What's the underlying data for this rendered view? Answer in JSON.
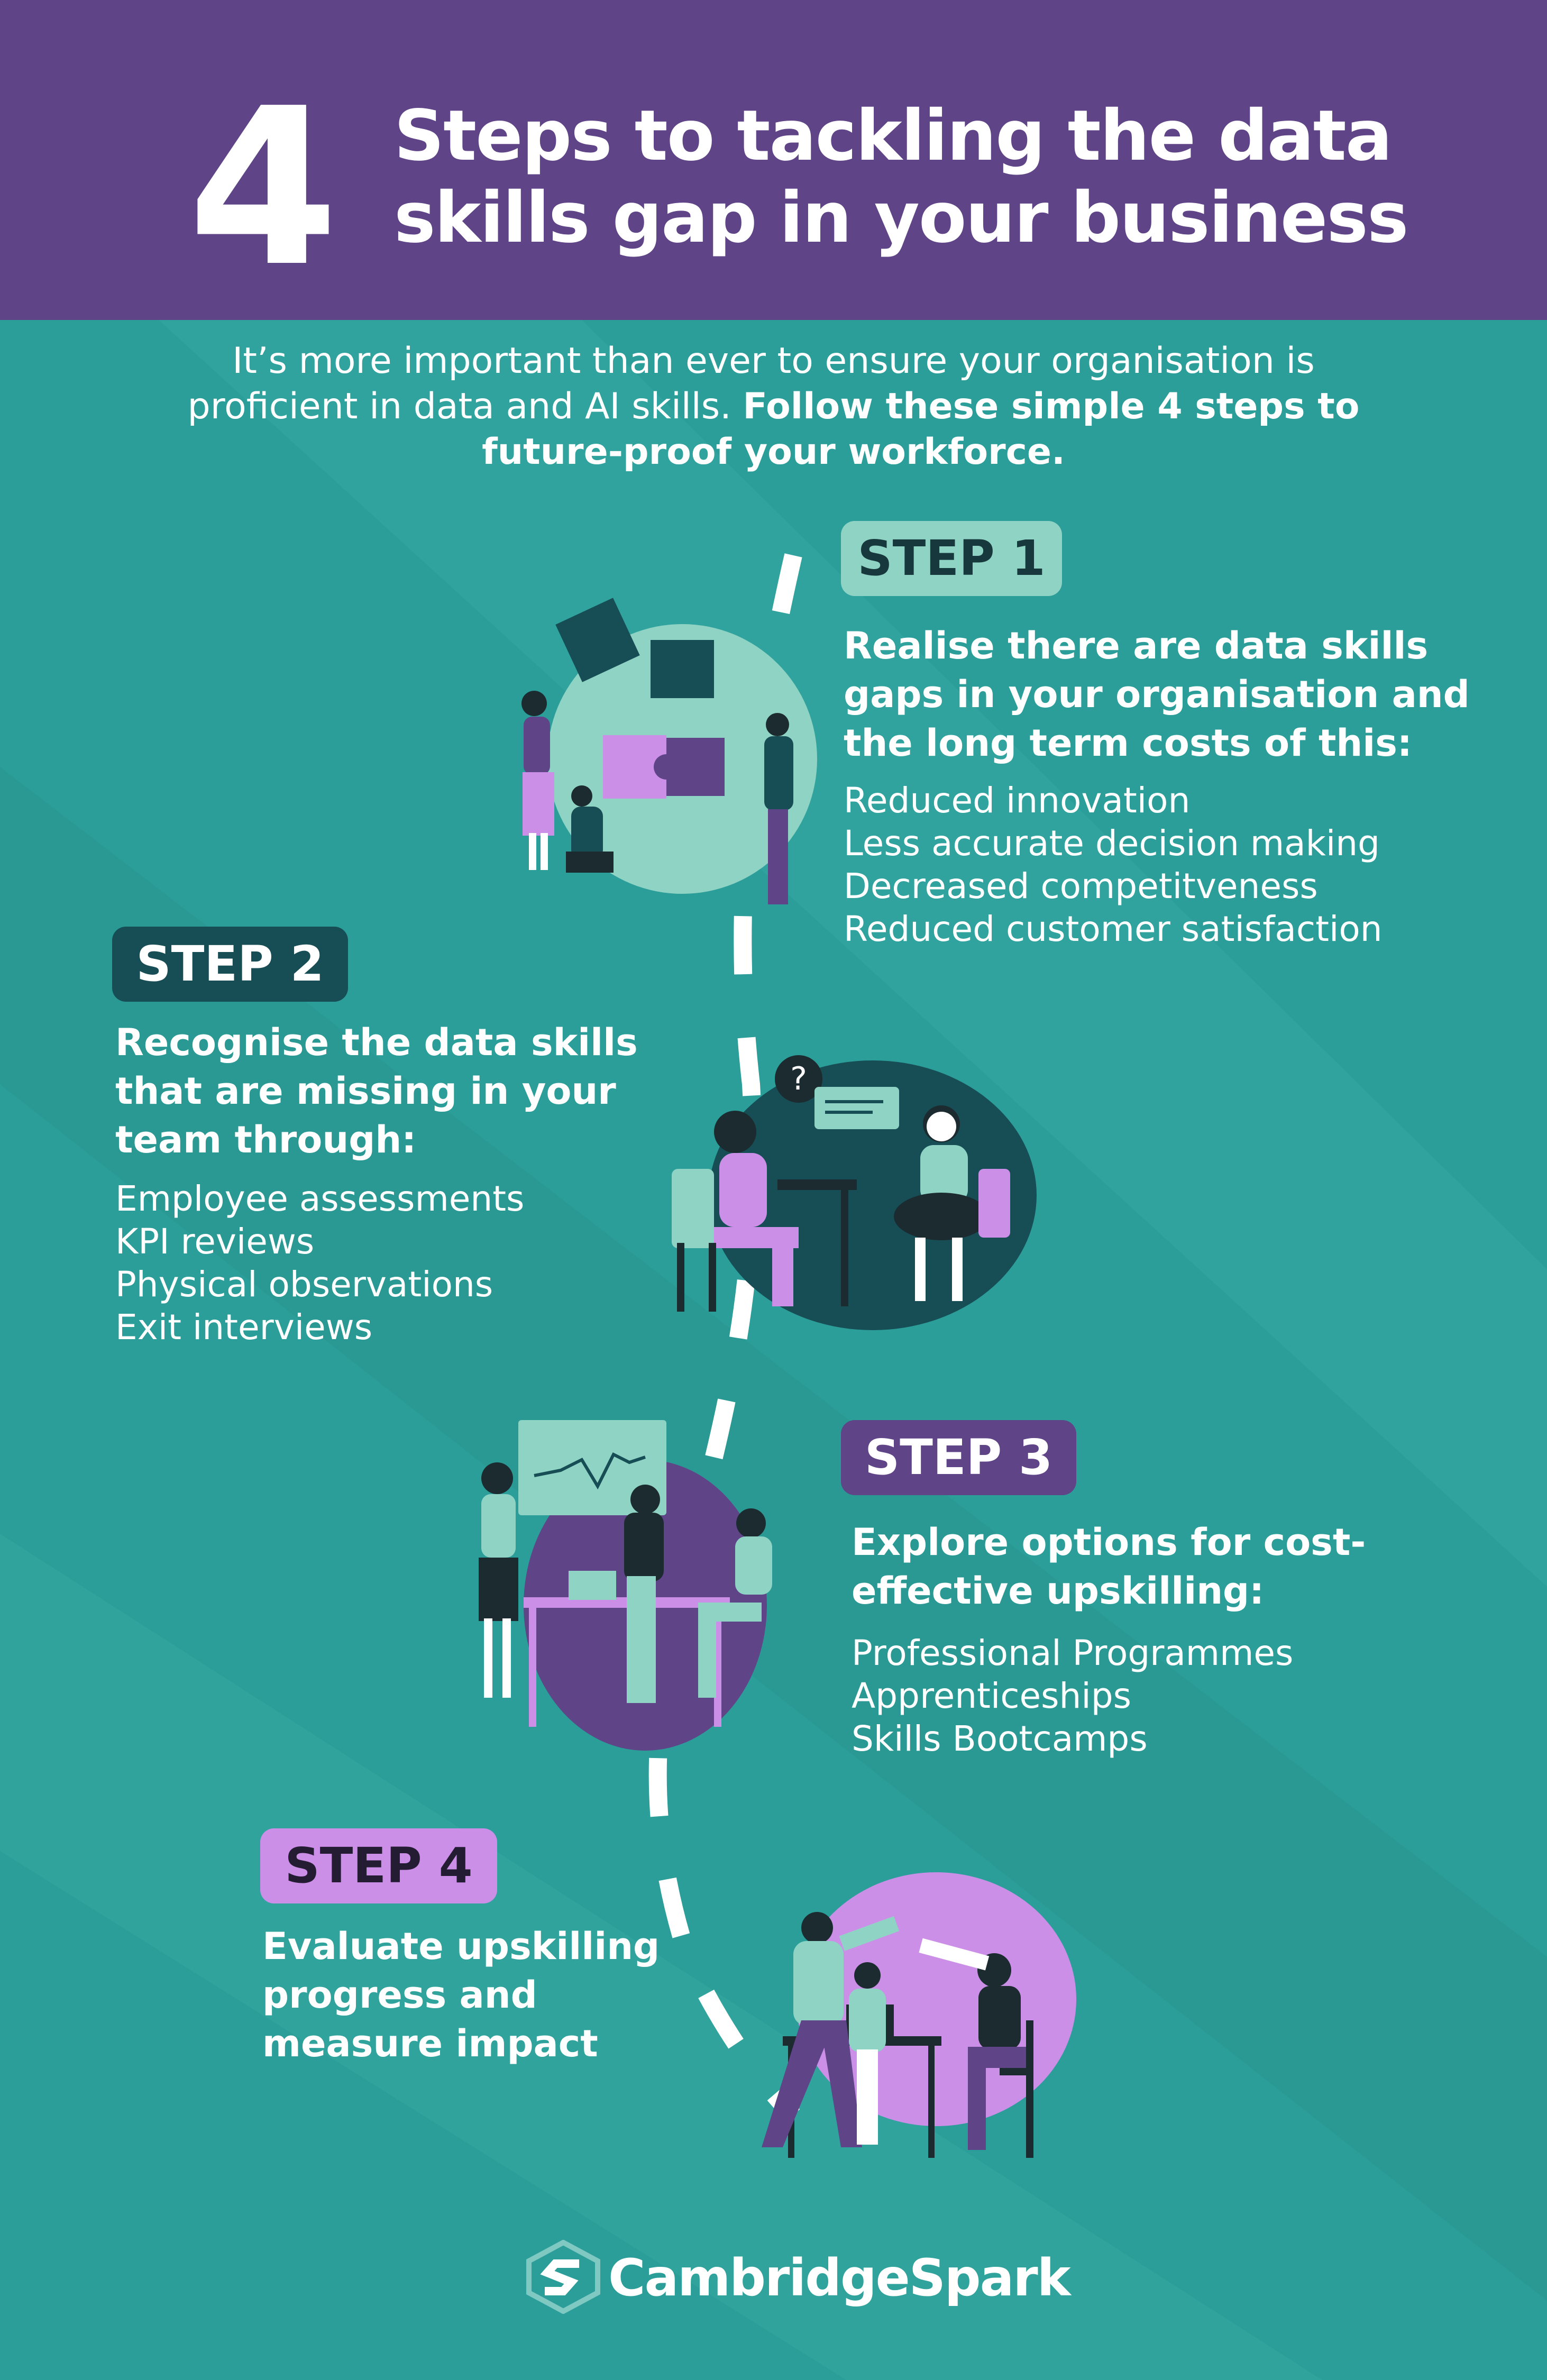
{
  "header": {
    "number": "4",
    "title_lines": [
      "Steps to tackling the data",
      "skills gap in your business"
    ]
  },
  "intro": {
    "lines": [
      "It’s more important than ever to ensure your organisation is",
      "proficient in data and AI skills."
    ],
    "bold_lines": [
      "Follow these simple 4 steps to",
      "future-proof your workforce."
    ]
  },
  "steps": [
    {
      "badge": "STEP 1",
      "heading_lines": [
        "Realise there are data skills",
        "gaps in your organisation and",
        "the long term costs of this:"
      ],
      "items": [
        "Reduced innovation",
        "Less accurate decision making",
        "Decreased competitveness",
        "Reduced customer satisfaction"
      ],
      "illustration": "team-assembling-puzzle-illustration"
    },
    {
      "badge": "STEP 2",
      "heading_lines": [
        "Recognise the data skills",
        "that are missing in your",
        "team through:"
      ],
      "items": [
        "Employee assessments",
        "KPI reviews",
        "Physical observations",
        "Exit interviews"
      ],
      "illustration": "two-people-talking-illustration"
    },
    {
      "badge": "STEP 3",
      "heading_lines": [
        "Explore options for cost-",
        "effective upskilling:"
      ],
      "items": [
        "Professional Programmes",
        "Apprenticeships",
        "Skills Bootcamps"
      ],
      "illustration": "team-meeting-chart-illustration"
    },
    {
      "badge": "STEP 4",
      "heading_lines": [
        "Evaluate upskilling",
        "progress and",
        "measure impact"
      ],
      "items": [],
      "illustration": "team-high-five-illustration"
    }
  ],
  "footer": {
    "brand": "CambridgeSpark",
    "logo_icon": "cambridge-spark-logo-icon"
  },
  "colors": {
    "background_teal": "#2b9e99",
    "header_purple": "#5f4488",
    "mint": "#8fd3c4",
    "dark_teal": "#174e55",
    "lilac": "#cc8fe8",
    "white": "#ffffff"
  }
}
